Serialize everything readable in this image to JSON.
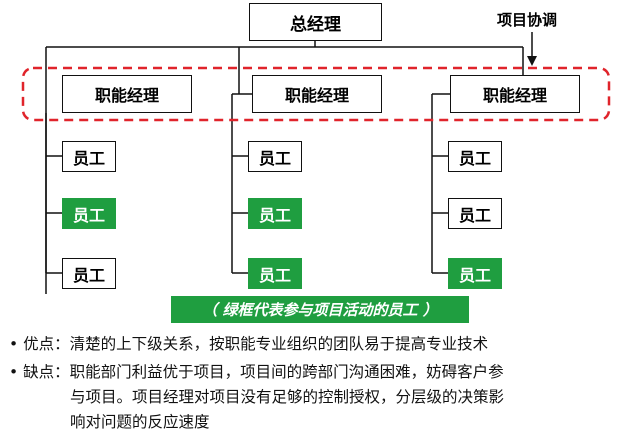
{
  "org_chart": {
    "top": "总经理",
    "coordination_label": "项目协调",
    "managers": [
      {
        "label": "职能经理",
        "employees": [
          {
            "label": "员工",
            "participant": false
          },
          {
            "label": "员工",
            "participant": true
          },
          {
            "label": "员工",
            "participant": false
          }
        ]
      },
      {
        "label": "职能经理",
        "employees": [
          {
            "label": "员工",
            "participant": false
          },
          {
            "label": "员工",
            "participant": true
          },
          {
            "label": "员工",
            "participant": true
          }
        ]
      },
      {
        "label": "职能经理",
        "employees": [
          {
            "label": "员工",
            "participant": false
          },
          {
            "label": "员工",
            "participant": false
          },
          {
            "label": "员工",
            "participant": true
          }
        ]
      }
    ],
    "legend": "（ 绿框代表参与项目活动的员工 ）",
    "colors": {
      "participant": "#1f9e40",
      "coordination": "#e0242b"
    }
  },
  "notes": {
    "pros": "• 优点：清楚的上下级关系，按职能专业组织的团队易于提高专业技术",
    "cons_line1": "• 缺点：职能部门利益优于项目，项目间的跨部门沟通困难，妨碍客户参",
    "cons_line2": "与项目。项目经理对项目没有足够的控制授权，分层级的决策影",
    "cons_line3": "响对问题的反应速度"
  }
}
